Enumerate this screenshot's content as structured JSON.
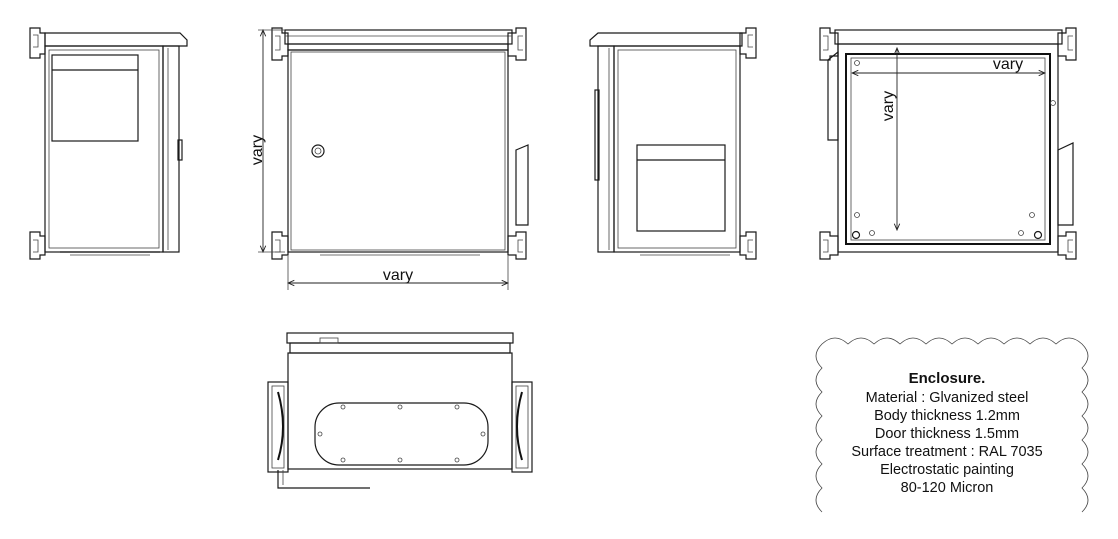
{
  "dimensions": {
    "front_height": "vary",
    "front_width": "vary",
    "back_height": "vary",
    "back_width": "vary"
  },
  "spec_note": {
    "title": "Enclosure.",
    "lines": [
      "Material : Glvanized steel",
      "Body thickness 1.2mm",
      "Door thickness 1.5mm",
      "Surface treatment : RAL 7035",
      "Electrostatic painting",
      "80-120 Micron"
    ]
  }
}
